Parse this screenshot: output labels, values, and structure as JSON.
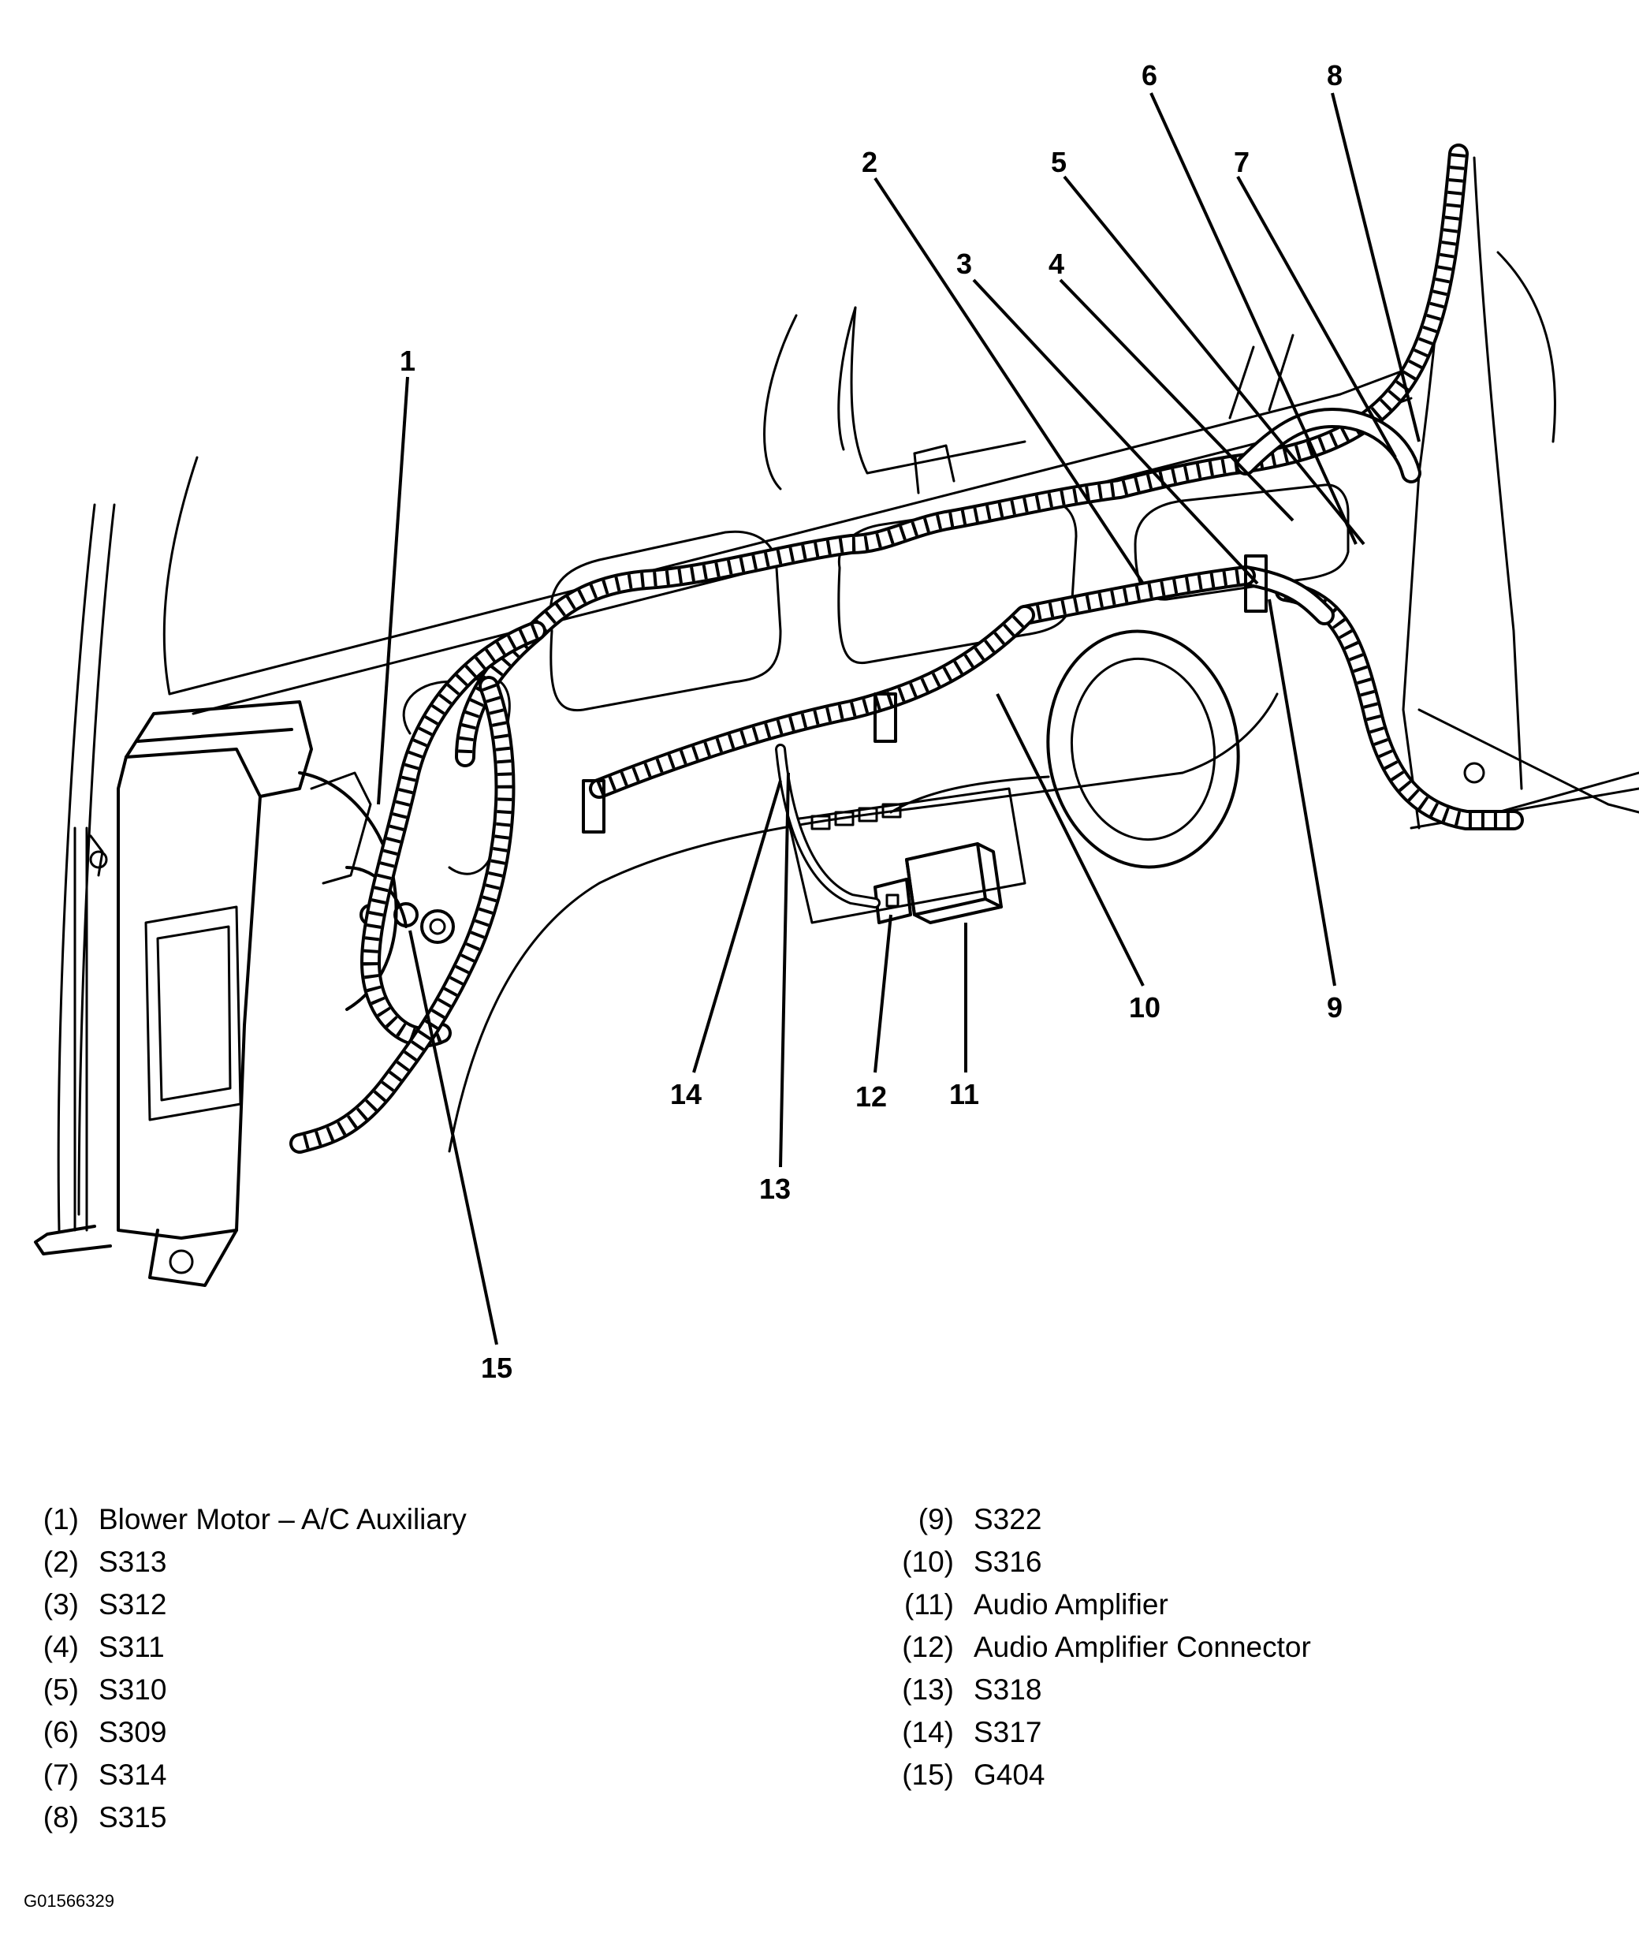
{
  "callouts": [
    "1",
    "2",
    "3",
    "4",
    "5",
    "6",
    "7",
    "8",
    "9",
    "10",
    "11",
    "12",
    "13",
    "14",
    "15"
  ],
  "legend": [
    {
      "num": "(1)",
      "text": "Blower Motor – A/C Auxiliary"
    },
    {
      "num": "(2)",
      "text": "S313"
    },
    {
      "num": "(3)",
      "text": "S312"
    },
    {
      "num": "(4)",
      "text": "S311"
    },
    {
      "num": "(5)",
      "text": "S310"
    },
    {
      "num": "(6)",
      "text": "S309"
    },
    {
      "num": "(7)",
      "text": "S314"
    },
    {
      "num": "(8)",
      "text": "S315"
    },
    {
      "num": "(9)",
      "text": "S322"
    },
    {
      "num": "(10)",
      "text": "S316"
    },
    {
      "num": "(11)",
      "text": "Audio Amplifier"
    },
    {
      "num": "(12)",
      "text": "Audio Amplifier Connector"
    },
    {
      "num": "(13)",
      "text": "S318"
    },
    {
      "num": "(14)",
      "text": "S317"
    },
    {
      "num": "(15)",
      "text": "G404"
    }
  ],
  "figure_id": "G01566329"
}
